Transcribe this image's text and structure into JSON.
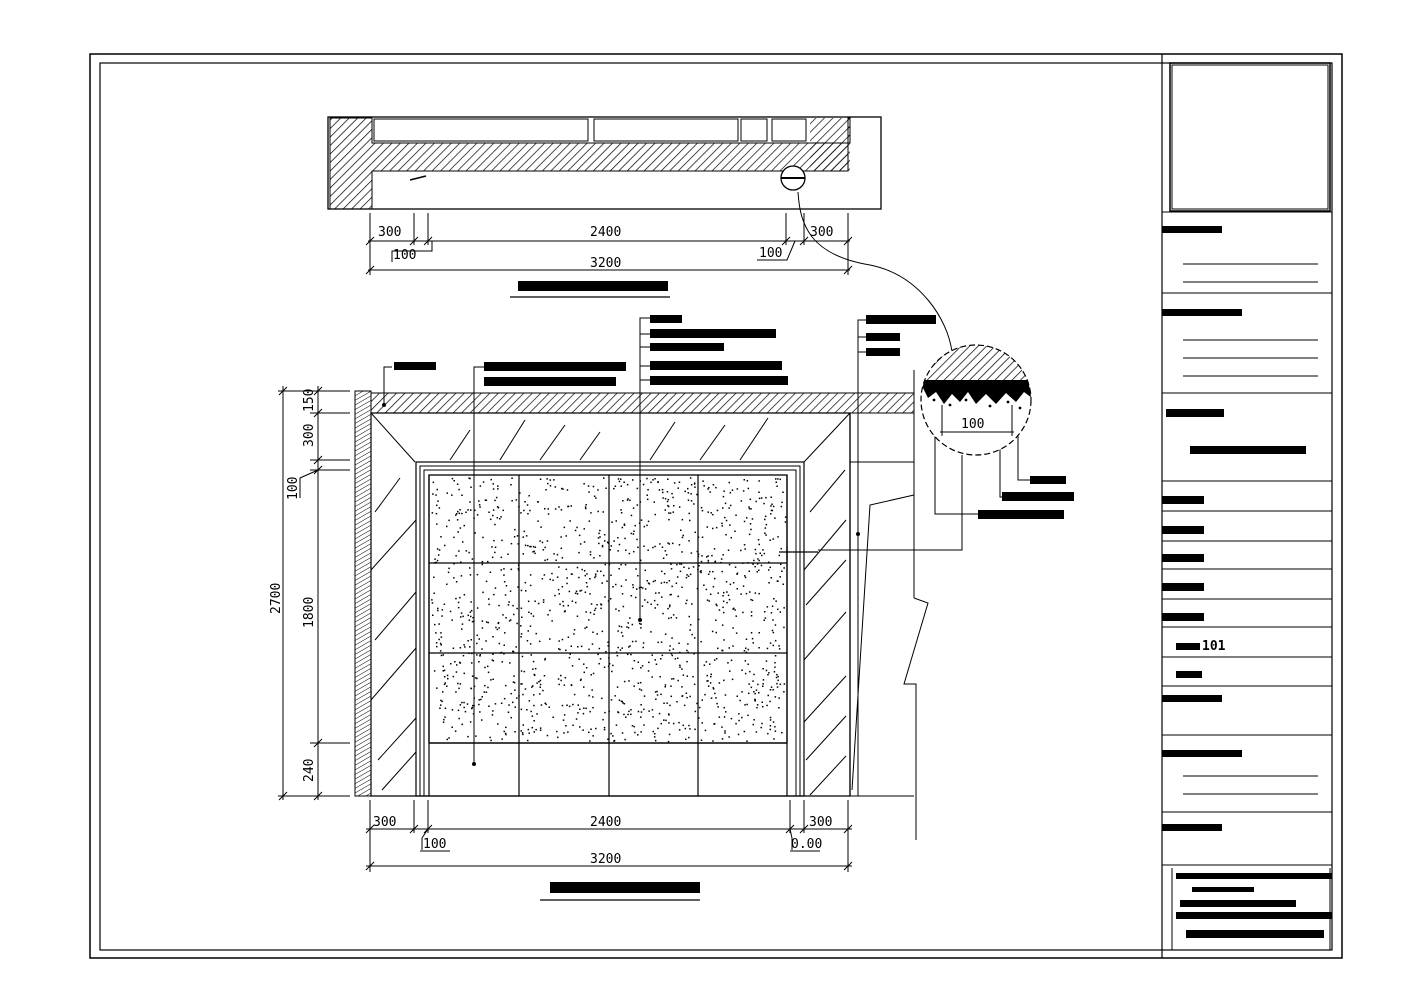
{
  "plan_dimensions": {
    "top_segments": [
      "300",
      "2400",
      "300"
    ],
    "small_offsets": [
      "100",
      "100"
    ],
    "overall": "3200"
  },
  "elevation_dimensions": {
    "bottom_segments": [
      "300",
      "2400",
      "300"
    ],
    "small_offsets": [
      "100",
      "0.00"
    ],
    "overall": "3200",
    "vertical_segments": [
      "150",
      "300",
      "100",
      "1800",
      "240"
    ],
    "vertical_overall": "2700"
  },
  "detail_dimension": "100",
  "sheet_number_label": "101",
  "colors": {
    "ink": "#000000",
    "paper": "#ffffff"
  }
}
